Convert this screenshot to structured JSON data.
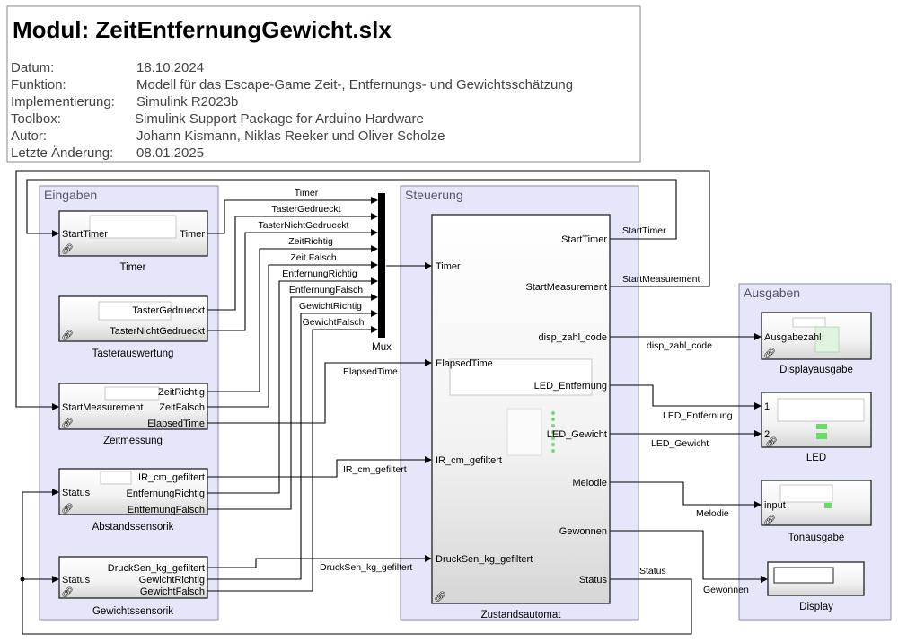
{
  "header": {
    "title": "Modul: ZeitEntfernungGewicht.slx",
    "rows": [
      {
        "label": "Datum:",
        "value": "18.10.2024"
      },
      {
        "label": "Funktion:",
        "value": "Modell für das Escape-Game Zeit-, Entfernungs- und Gewichtsschätzung"
      },
      {
        "label": "Implementierung:",
        "value": "Simulink R2023b"
      },
      {
        "label": "Toolbox:",
        "value": "Simulink Support Package for Arduino Hardware"
      },
      {
        "label": "Autor:",
        "value": "Johann Kismann, Niklas Reeker und Oliver Scholze"
      },
      {
        "label": "Letzte Änderung:",
        "value": "08.01.2025"
      }
    ]
  },
  "groups": {
    "eingaben": "Eingaben",
    "steuerung": "Steuerung",
    "ausgaben": "Ausgaben"
  },
  "blocks": {
    "timer": {
      "name": "Timer",
      "in": "StartTimer",
      "out": "Timer"
    },
    "taster": {
      "name": "Tasterauswertung",
      "out1": "TasterGedrueckt",
      "out2": "TasterNichtGedrueckt"
    },
    "zeit": {
      "name": "Zeitmessung",
      "in": "StartMeasurement",
      "out1": "ZeitRichtig",
      "out2": "ZeitFalsch",
      "out3": "ElapsedTime"
    },
    "abstand": {
      "name": "Abstandssensorik",
      "in": "Status",
      "out1": "IR_cm_gefiltert",
      "out2": "EntfernungRichtig",
      "out3": "EntfernungFalsch"
    },
    "gewicht": {
      "name": "Gewichtssensorik",
      "in": "Status",
      "out1": "DruckSen_kg_gefiltert",
      "out2": "GewichtRichtig",
      "out3": "GewichtFalsch"
    },
    "mux": {
      "name": "Mux"
    },
    "zustand": {
      "name": "Zustandsautomat",
      "inputs": [
        "Timer",
        "ElapsedTime",
        "IR_cm_gefiltert",
        "DruckSen_kg_gefiltert"
      ],
      "outputs": [
        "StartTimer",
        "StartMeasurement",
        "disp_zahl_code",
        "LED_Entfernung",
        "LED_Gewicht",
        "Melodie",
        "Gewonnen",
        "Status"
      ]
    },
    "displayausgabe": {
      "name": "Displayausgabe",
      "in": "Ausgabezahl"
    },
    "led": {
      "name": "LED",
      "in1": "1",
      "in2": "2"
    },
    "tonausgabe": {
      "name": "Tonausgabe",
      "in": "input"
    },
    "display": {
      "name": "Display"
    }
  },
  "signals": {
    "mux_inputs": [
      "Timer",
      "TasterGedrueckt",
      "TasterNichtGedrueckt",
      "ZeitRichtig",
      "Zeit Falsch",
      "EntfernungRichtig",
      "EntfernungFalsch",
      "GewichtRichtig",
      "GewichtFalsch"
    ],
    "elapsed": "ElapsedTime",
    "ir": "IR_cm_gefiltert",
    "druck": "DruckSen_kg_gefiltert",
    "starttimer": "StartTimer",
    "startmeas": "StartMeasurement",
    "disp": "disp_zahl_code",
    "led_e": "LED_Entfernung",
    "led_g": "LED_Gewicht",
    "melodie": "Melodie",
    "gewonnen": "Gewonnen",
    "status": "Status"
  }
}
